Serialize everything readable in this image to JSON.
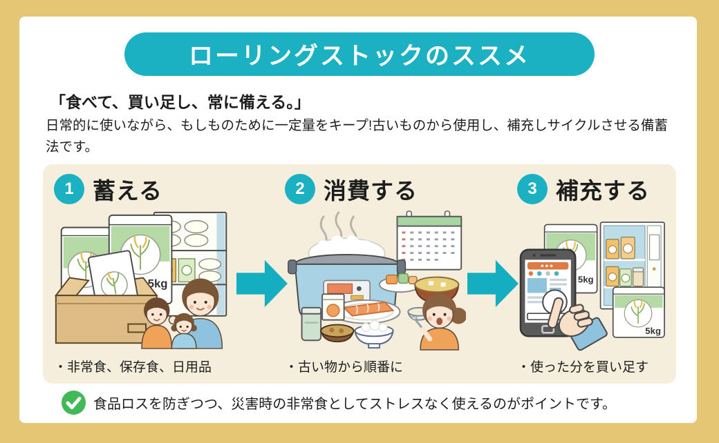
{
  "banner": {
    "title": "ローリングストックのススメ"
  },
  "intro": {
    "tagline": "「食べて、買い足し、常に備える。」",
    "description": "日常的に使いながら、もしものために一定量をキープ!古いものから使用し、補充しサイクルさせる備蓄法です。"
  },
  "steps": [
    {
      "number": "1",
      "label": "蓄える",
      "note": "・非常食、保存食、日用品"
    },
    {
      "number": "2",
      "label": "消費する",
      "note": "・古い物から順番に"
    },
    {
      "number": "3",
      "label": "補充する",
      "note": "・使った分を買い足す"
    }
  ],
  "illustrations": {
    "rice_bag_weight": "5kg"
  },
  "footer": {
    "note": "食品ロスを防ぎつつ、災害時の非常食としてストレスなく使えるのがポイントです。"
  },
  "colors": {
    "accent_teal": "#1bb0c2",
    "frame_gold": "#e5c674",
    "panel_cream": "#f5eedc",
    "check_green": "#41b957"
  }
}
